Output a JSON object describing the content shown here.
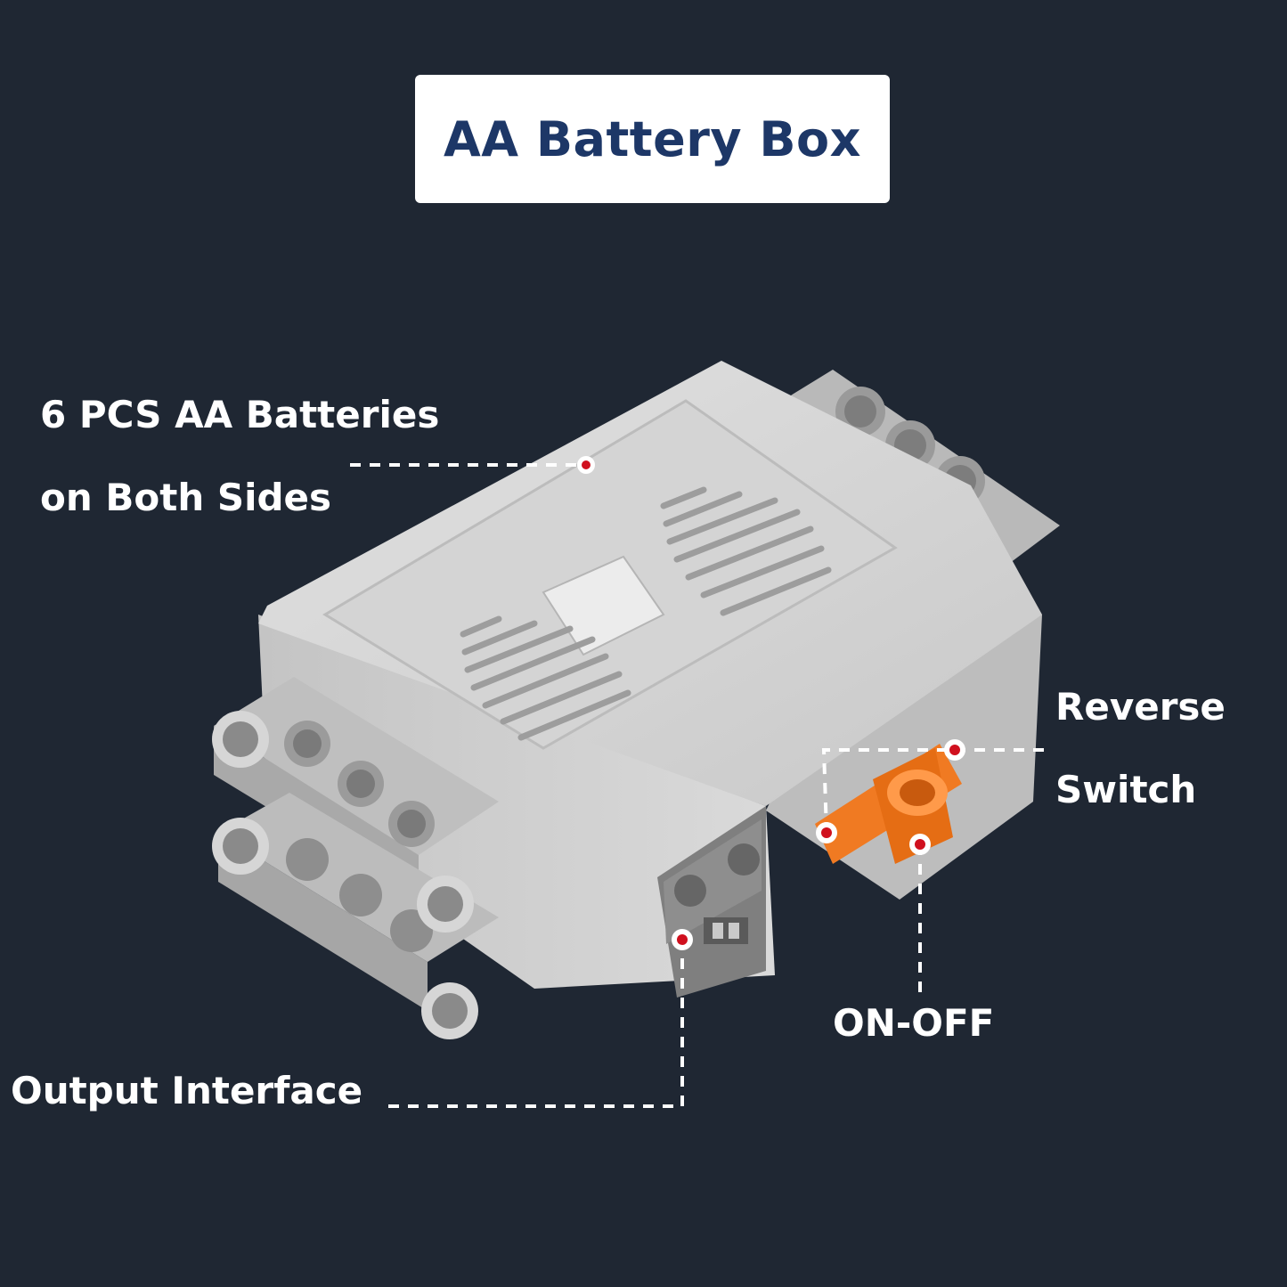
{
  "title": "AA Battery Box",
  "callouts": {
    "batteries_line1": "6 PCS AA Batteries",
    "batteries_line2": "on Both Sides",
    "reverse_line1": "Reverse",
    "reverse_line2": "Switch",
    "on_off": "ON-OFF",
    "output": "Output Interface"
  },
  "colors": {
    "background": "#1f2733",
    "title_text": "#1d3767",
    "body_grey": "#cfcfcf",
    "switch_orange": "#f07a22",
    "marker_red": "#d0101e"
  }
}
